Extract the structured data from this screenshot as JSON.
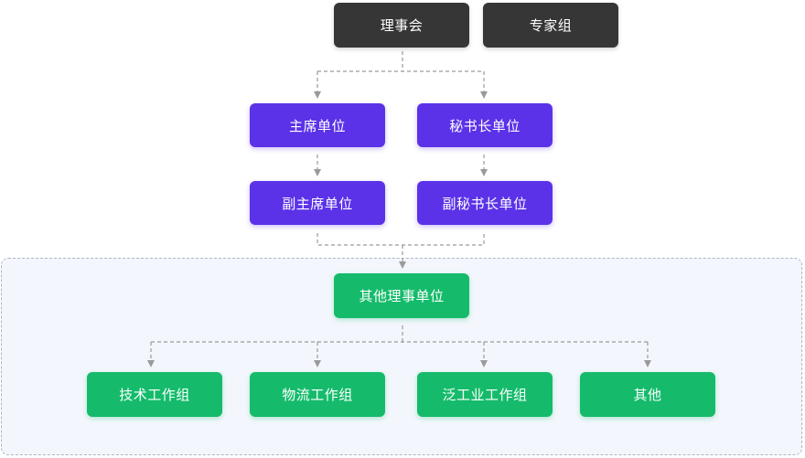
{
  "colors": {
    "leadership": "#363636",
    "core": "#5b32e8",
    "members": "#15bb6b",
    "connector": "#9a9a9a",
    "group_border": "#aeb6c2",
    "group_background": "#f3f7fd"
  },
  "nodes": {
    "board": "理事会",
    "experts": "专家组",
    "chair_unit": "主席单位",
    "secretary_general_unit": "秘书长单位",
    "vice_chair_unit": "副主席单位",
    "deputy_secretary_general_unit": "副秘书长单位",
    "other_council_units": "其他理事单位",
    "working_groups": [
      "技术工作组",
      "物流工作组",
      "泛工业工作组",
      "其他"
    ]
  }
}
